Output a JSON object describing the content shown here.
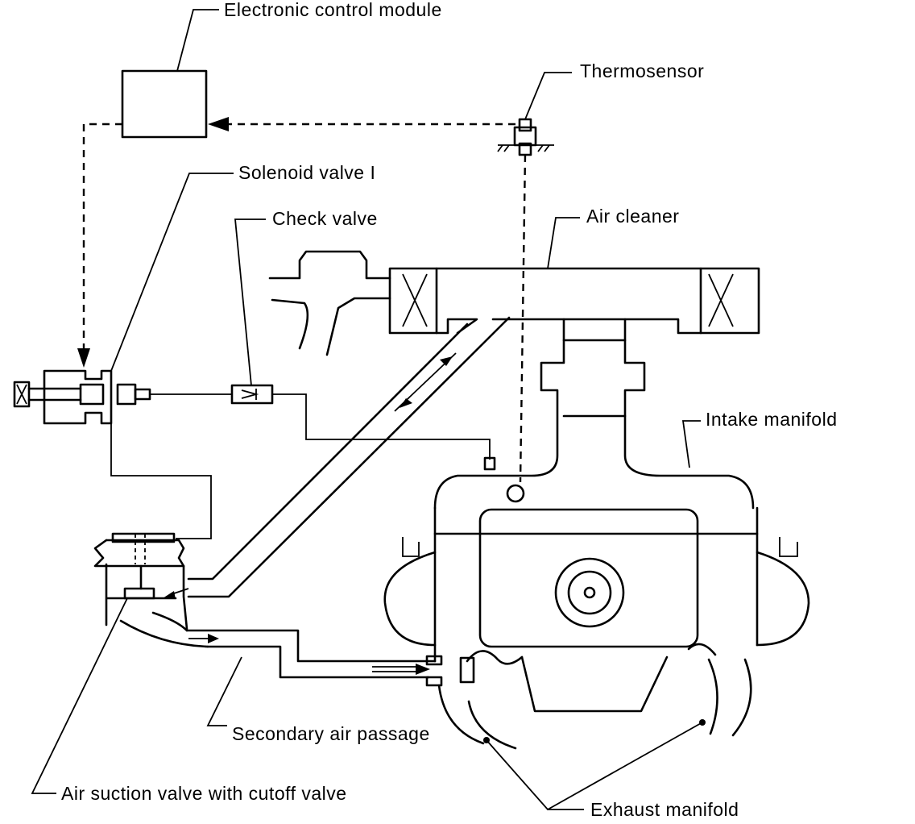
{
  "labels": {
    "ecm": "Electronic control module",
    "thermosensor": "Thermosensor",
    "solenoid": "Solenoid valve I",
    "check_valve": "Check valve",
    "air_cleaner": "Air cleaner",
    "intake_manifold": "Intake manifold",
    "secondary_air": "Secondary air passage",
    "air_suction": "Air suction valve with cutoff valve",
    "exhaust_manifold": "Exhaust manifold"
  }
}
